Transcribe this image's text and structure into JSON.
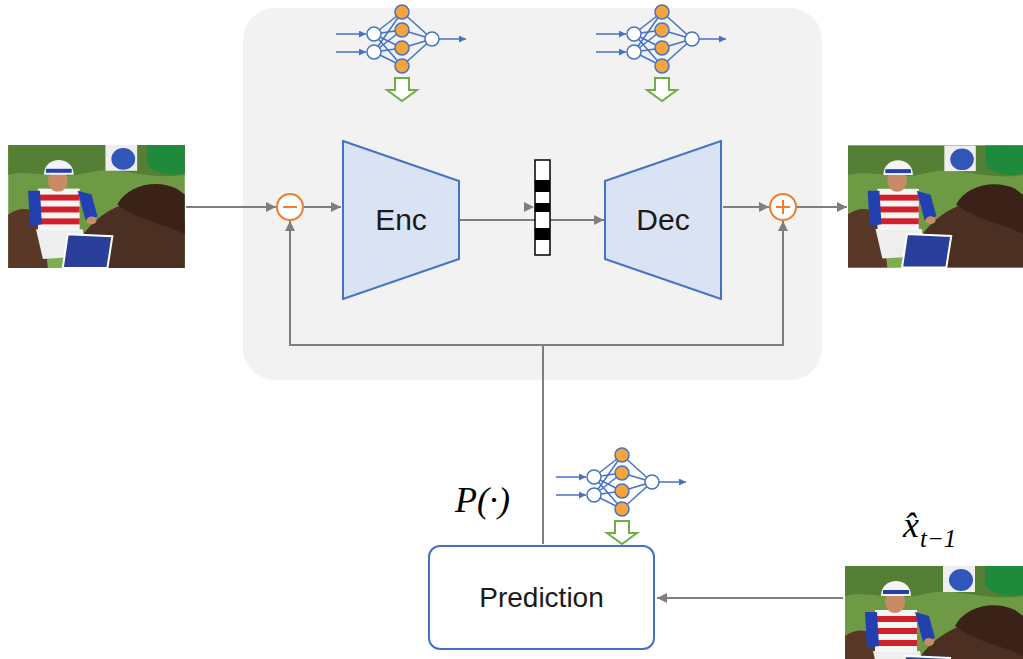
{
  "diagram": {
    "nodes": [
      {
        "text": [
          "Enc"
        ]
      },
      {
        "text": [
          "Dec"
        ]
      },
      {
        "text": [
          "Prediction"
        ]
      }
    ],
    "edges": [
      {
        "from": 0,
        "to": 1,
        "arrow": "to"
      }
    ],
    "labels": [
      "P(·)",
      "x̂",
      "t−1"
    ]
  }
}
